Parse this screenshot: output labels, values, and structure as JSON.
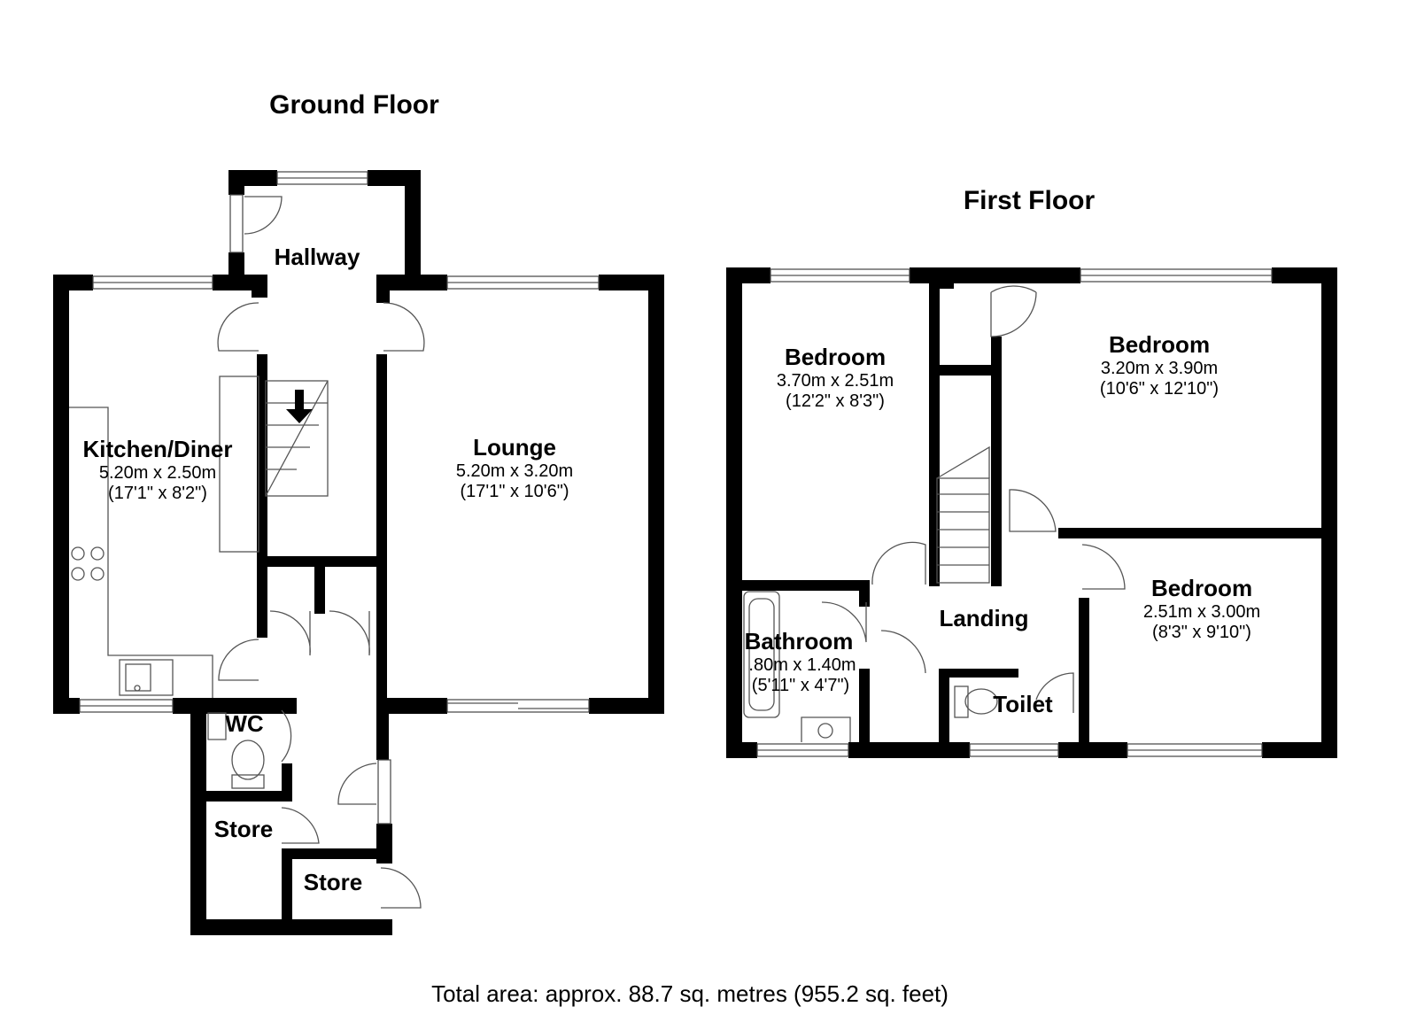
{
  "floors": {
    "ground": {
      "title": "Ground Floor"
    },
    "first": {
      "title": "First Floor"
    }
  },
  "rooms": {
    "hallway": {
      "name": "Hallway"
    },
    "kitchen": {
      "name": "Kitchen/Diner",
      "metric": "5.20m x 2.50m",
      "imperial": "(17'1\" x 8'2\")"
    },
    "lounge": {
      "name": "Lounge",
      "metric": "5.20m x 3.20m",
      "imperial": "(17'1\" x 10'6\")"
    },
    "wc": {
      "name": "WC"
    },
    "store1": {
      "name": "Store"
    },
    "store2": {
      "name": "Store"
    },
    "bedroom1": {
      "name": "Bedroom",
      "metric": "3.70m x 2.51m",
      "imperial": "(12'2\" x 8'3\")"
    },
    "bedroom2": {
      "name": "Bedroom",
      "metric": "3.20m x 3.90m",
      "imperial": "(10'6\" x 12'10\")"
    },
    "bedroom3": {
      "name": "Bedroom",
      "metric": "2.51m x 3.00m",
      "imperial": "(8'3\" x 9'10\")"
    },
    "bathroom": {
      "name": "Bathroom",
      "metric": ".80m x 1.40m",
      "imperial": "(5'11\" x 4'7\")"
    },
    "landing": {
      "name": "Landing"
    },
    "toilet": {
      "name": "Toilet"
    }
  },
  "total_area": "Total area: approx. 88.7 sq. metres (955.2 sq. feet)"
}
